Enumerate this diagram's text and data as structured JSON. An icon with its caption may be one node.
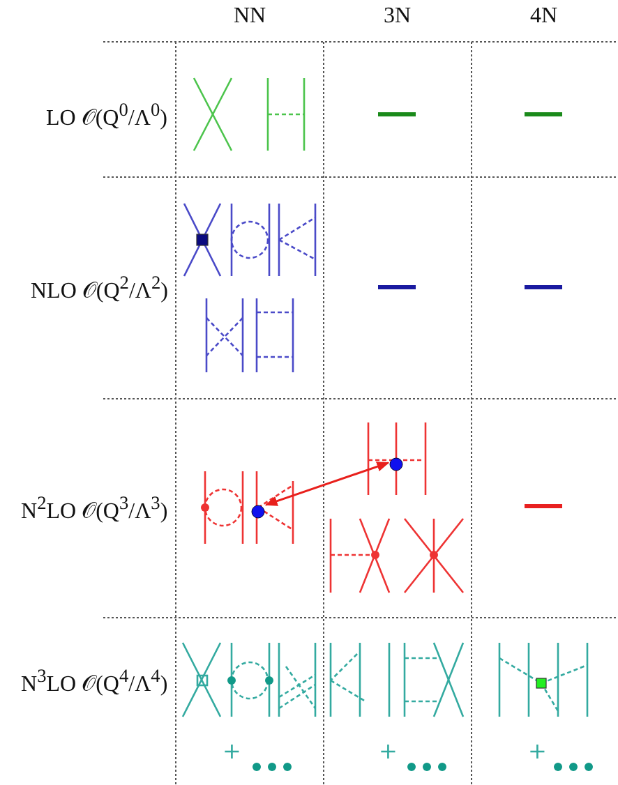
{
  "diagram": {
    "nodes": [
      {
        "text": [],
        "shape": "circle"
      },
      {
        "text": [],
        "shape": "circle"
      }
    ],
    "edges": [
      {
        "from": 0,
        "to": 1,
        "arrow": "both",
        "color": "#e8201c"
      }
    ],
    "labels": [
      "NN",
      "3N",
      "4N",
      "LO 𝒪(Q$^{0}$/Λ$^{0}$)",
      "NLO 𝒪(Q$^{2}$/Λ$^{2}$)",
      "N$^{2}$LO 𝒪(Q$^{3}$/Λ$^{3}$)",
      "N$^{3}$LO 𝒪(Q$^{4}$/Λ$^{4}$)",
      "+",
      "+",
      "+"
    ]
  }
}
